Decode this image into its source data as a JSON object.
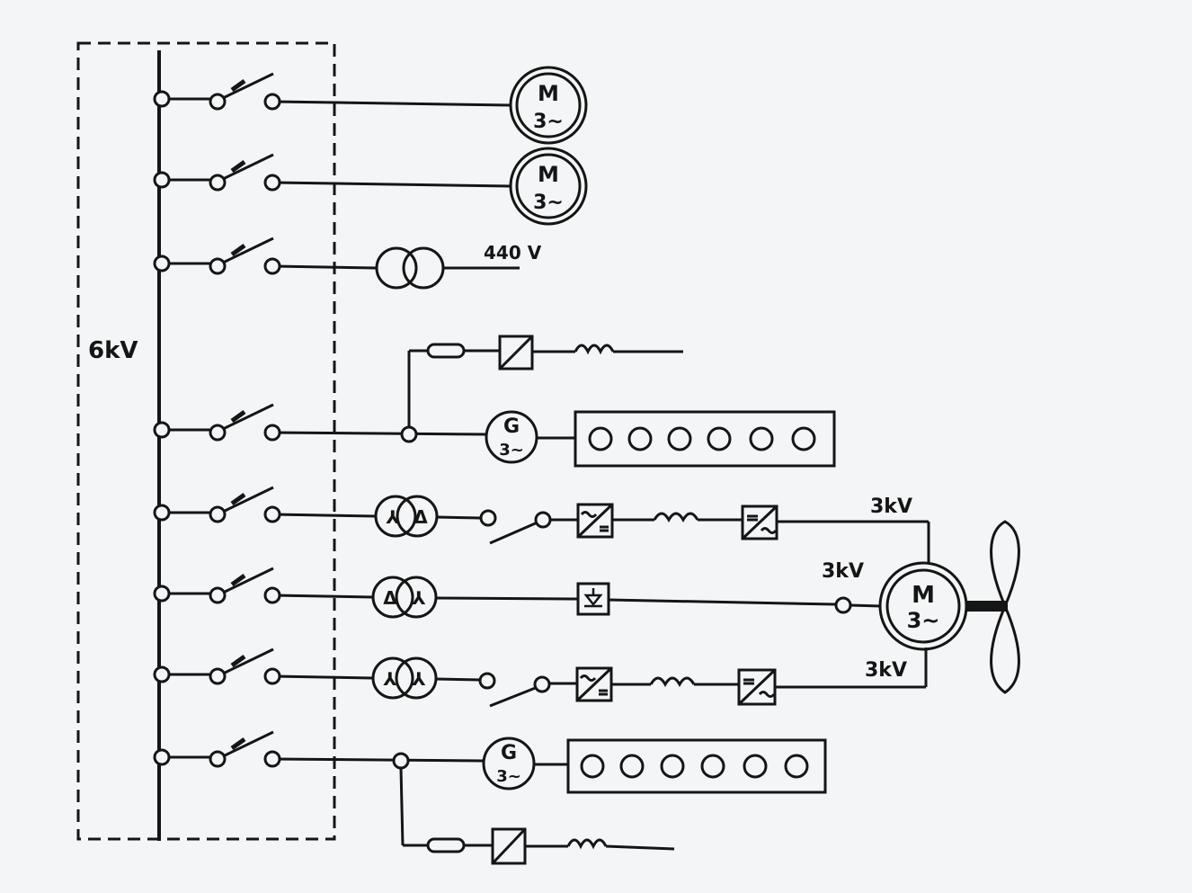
{
  "diagram": {
    "bus_voltage": "6kV",
    "low_voltage": "440 V",
    "propulsion_voltage": "3kV",
    "motor_symbol": "M",
    "generator_symbol": "G",
    "phase_symbol": "3~",
    "delta_symbol": "Δ",
    "wye_symbol": "⅄"
  },
  "colors": {
    "ink": "#151515",
    "paper": "#f4f5f6"
  }
}
